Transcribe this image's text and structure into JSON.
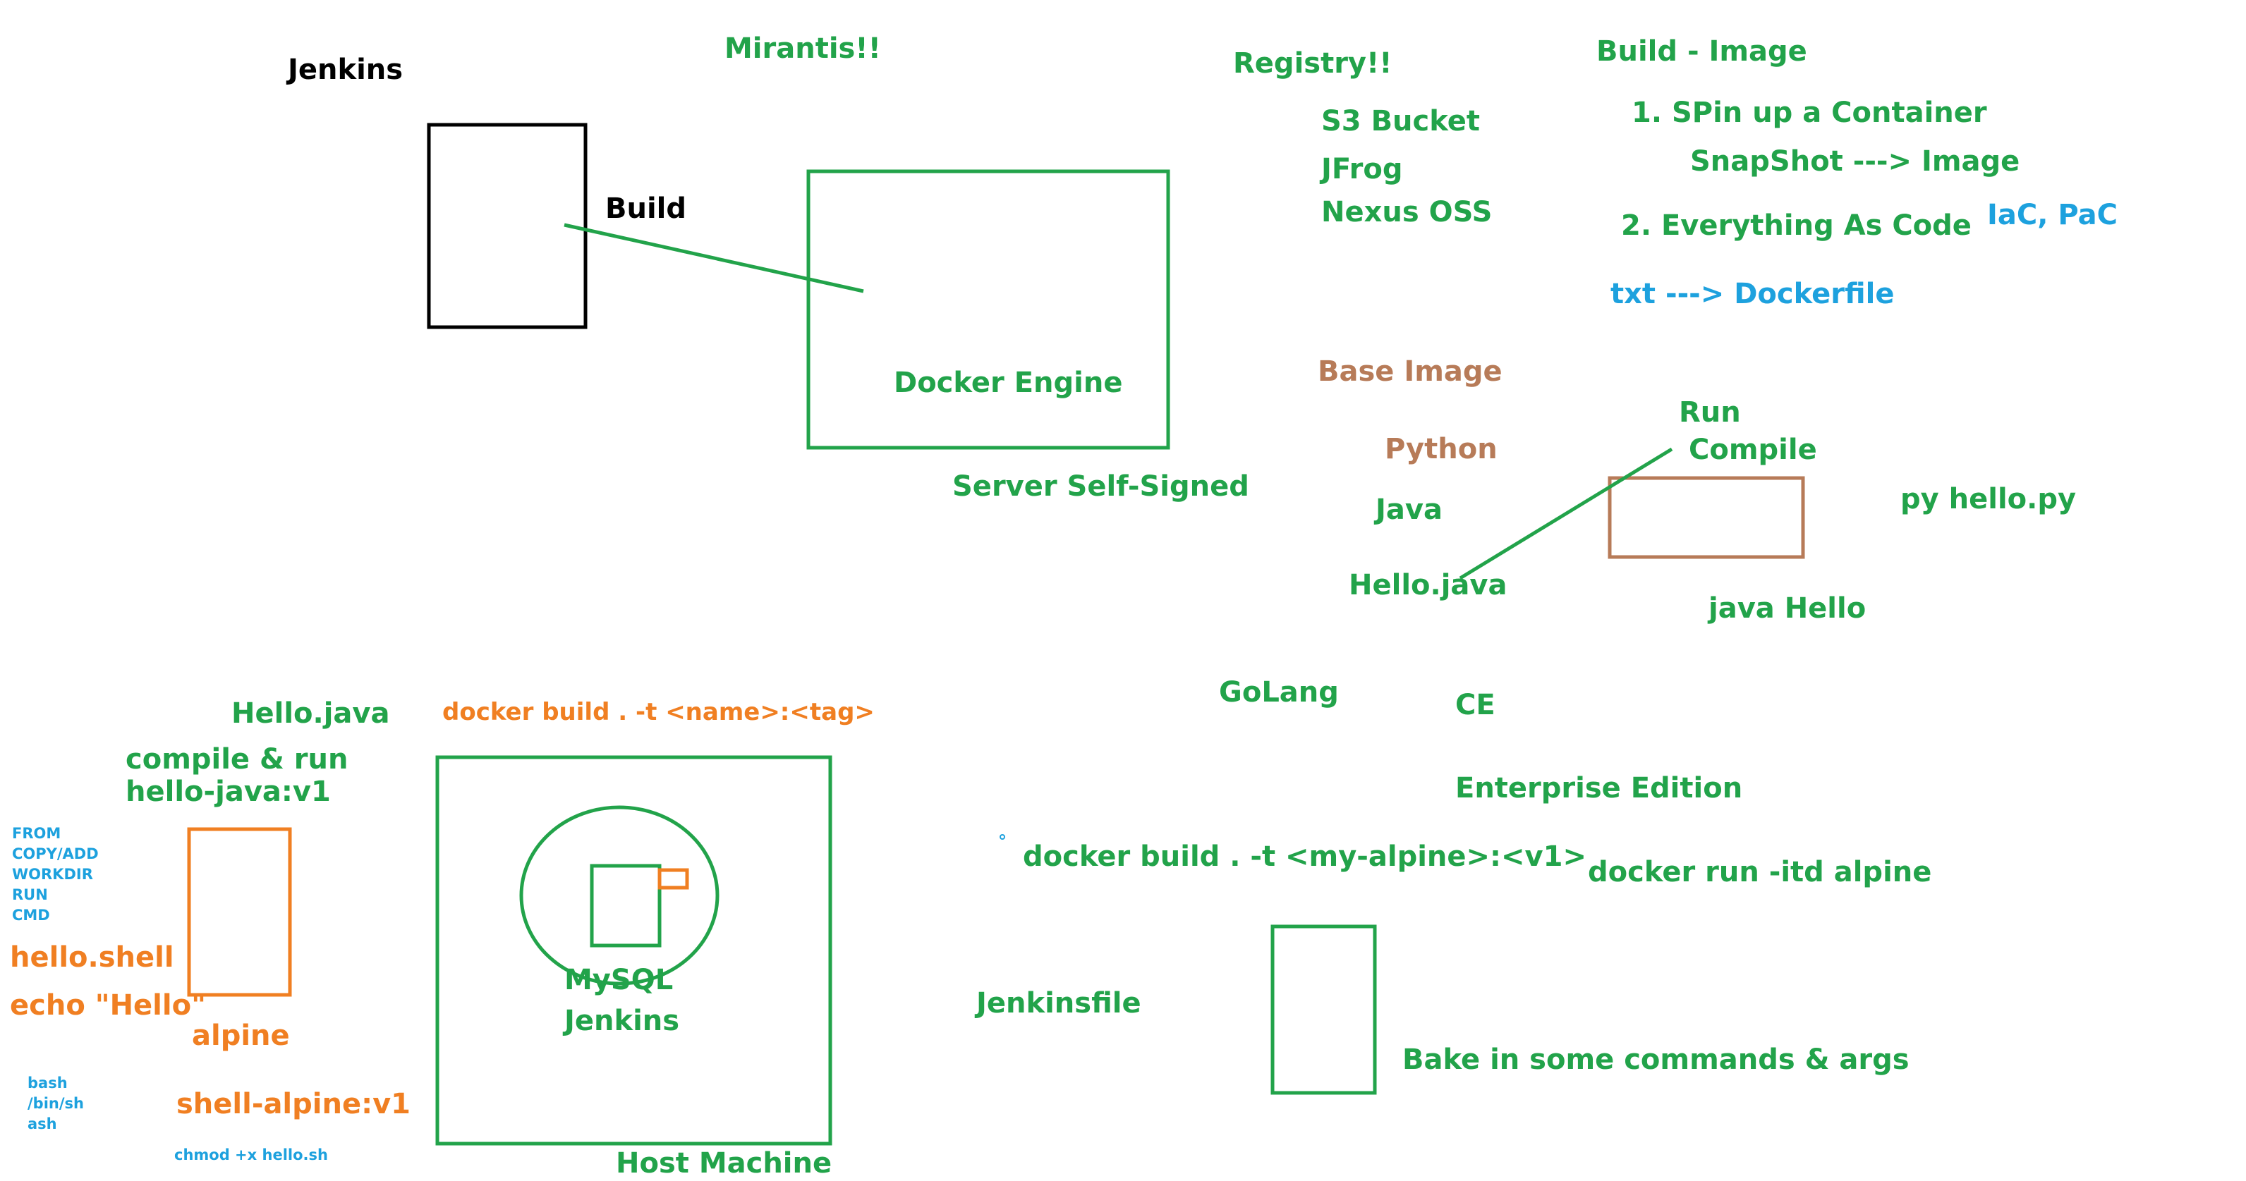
{
  "colors": {
    "green": "#22a34a",
    "black": "#000000",
    "orange": "#f07f22",
    "blue": "#1da1de",
    "brown": "#b77b58"
  },
  "labels": {
    "jenkins": "Jenkins",
    "build": "Build",
    "mirantis": "Mirantis!!",
    "docker_engine": "Docker Engine",
    "server_self_signed": "Server  Self-Signed",
    "registry": "Registry!!",
    "s3_bucket": "S3 Bucket",
    "jfrog": "JFrog",
    "nexus": "Nexus OSS",
    "build_image": "Build - Image",
    "step1": "1. SPin up a Container",
    "snapshot": "SnapShot ---> Image",
    "step2": "2. Everything As Code",
    "iac_pac": "IaC, PaC",
    "txt_dockerfile": "txt ---> Dockerfile",
    "base_image": "Base Image",
    "python": "Python",
    "java": "Java",
    "hello_java_right": "Hello.java",
    "run": "Run",
    "compile": "Compile",
    "py_hello": "py hello.py",
    "java_hello": "java Hello",
    "golang": "GoLang",
    "ce": "CE",
    "enterprise": "Enterprise Edition",
    "docker_build_alpine": "docker build . -t <my-alpine>:<v1>",
    "docker_run": "docker run -itd alpine",
    "jenkinsfile": "Jenkinsfile",
    "bake": "Bake in some commands & args",
    "hello_java_left": "Hello.java",
    "compile_run": "compile & run",
    "hello_java_v1": "hello-java:v1",
    "docker_build_generic": "docker build . -t <name>:<tag>",
    "mysql": "MySQL",
    "jenkins_container": "Jenkins",
    "host_machine": "Host Machine",
    "hello_shell": "hello.shell",
    "echo_hello": "echo \"Hello\"",
    "alpine": "alpine",
    "shell_alpine": "shell-alpine:v1",
    "chmod": "chmod +x hello.sh",
    "dockerfile_instructions": [
      "FROM",
      "COPY/ADD",
      "WORKDIR",
      "RUN",
      "CMD"
    ],
    "shells": [
      "bash",
      "/bin/sh",
      "ash"
    ]
  }
}
